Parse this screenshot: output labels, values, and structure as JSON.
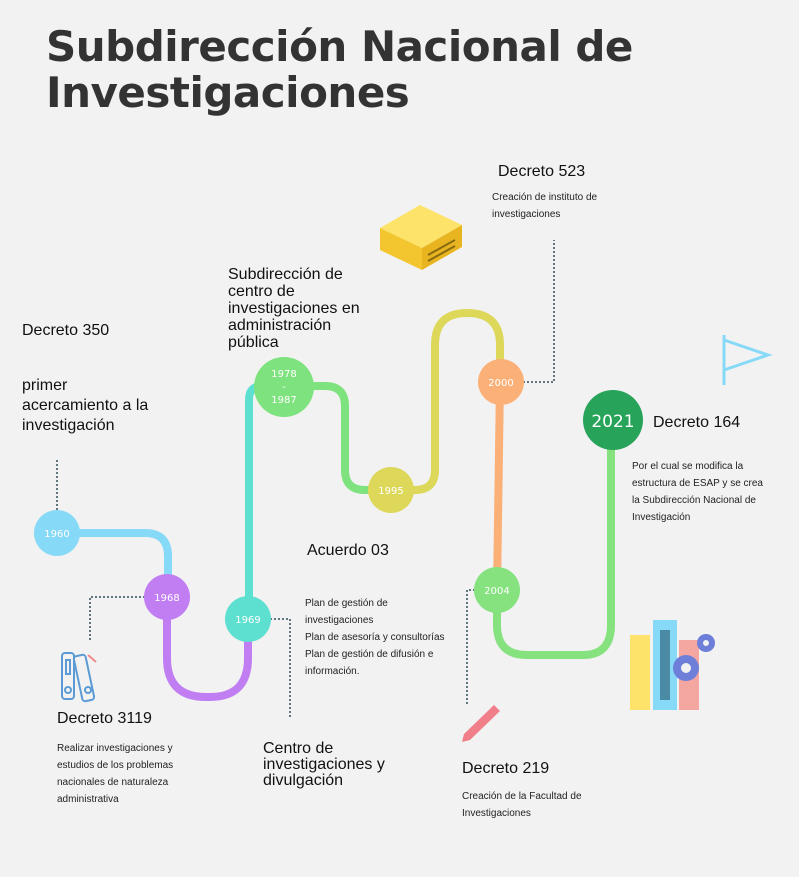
{
  "title": "Subdirección Nacional de Investigaciones",
  "milestones": {
    "y1960": {
      "year": "1960",
      "heading": "Decreto 350",
      "text": "primer acercamiento a la investigación",
      "color": "#86d9f7"
    },
    "y1968": {
      "year": "1968",
      "heading": "Decreto 3119",
      "text": "Realizar investigaciones y estudios de los problemas nacionales de naturaleza administrativa",
      "color": "#c07ef2"
    },
    "y1969": {
      "year": "1969",
      "heading": "Centro de investigaciones y divulgación",
      "color": "#5ee0d0"
    },
    "y1978": {
      "year_a": "1978",
      "year_sep": "-",
      "year_b": "1987",
      "heading": "Subdirección de centro de investigaciones en administración pública",
      "color": "#7ee37e"
    },
    "y1995": {
      "year": "1995",
      "heading": "Acuerdo 03",
      "lines": [
        "Plan de gestión de investigaciones",
        "Plan de asesoría y consultorías",
        "Plan  de gestión de difusión e información."
      ],
      "color": "#ddd85a"
    },
    "y2000": {
      "year": "2000",
      "heading": "Decreto 523",
      "text": "Creación de instituto de investigaciones",
      "color": "#fbb077"
    },
    "y2004": {
      "year": "2004",
      "heading": "Decreto 219",
      "text": "Creación de la Facultad de Investigaciones",
      "color": "#86e27e"
    },
    "y2021": {
      "year": "2021",
      "heading": "Decreto 164",
      "text": "Por el cual se modifica la estructura de ESAP  y se crea la Subdirección Nacional de Investigación",
      "color": "#27a35a"
    }
  }
}
